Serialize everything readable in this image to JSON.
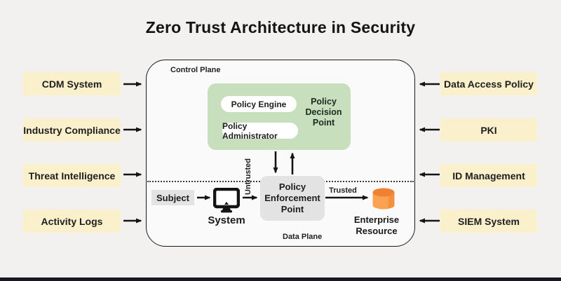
{
  "title": "Zero Trust Architecture in Security",
  "left_nodes": [
    {
      "label": "CDM System"
    },
    {
      "label": "Industry Compliance"
    },
    {
      "label": "Threat Intelligence"
    },
    {
      "label": "Activity Logs"
    }
  ],
  "right_nodes": [
    {
      "label": "Data Access Policy"
    },
    {
      "label": "PKI"
    },
    {
      "label": "ID Management"
    },
    {
      "label": "SIEM System"
    }
  ],
  "control_plane": {
    "label": "Control Plane",
    "policy_engine": "Policy Engine",
    "policy_administrator": "Policy Administrator",
    "policy_decision_point": "Policy\nDecision\nPoint"
  },
  "data_plane": {
    "label": "Data Plane",
    "subject": "Subject",
    "system": "System",
    "untrusted": "Untrusted",
    "trusted": "Trusted",
    "policy_enforcement_point": "Policy Enforcement Point",
    "enterprise_resource": "Enterprise Resource"
  },
  "colors": {
    "background": "#f2f1f0",
    "node_yellow": "#faf0cc",
    "pdp_green": "#c7dfbc",
    "pep_gray": "#e3e3e3",
    "db_top_orange": "#ee8133",
    "db_body_orange": "#f9a251",
    "line_black": "#1a1a1a",
    "bottom_bar": "#17171f"
  }
}
